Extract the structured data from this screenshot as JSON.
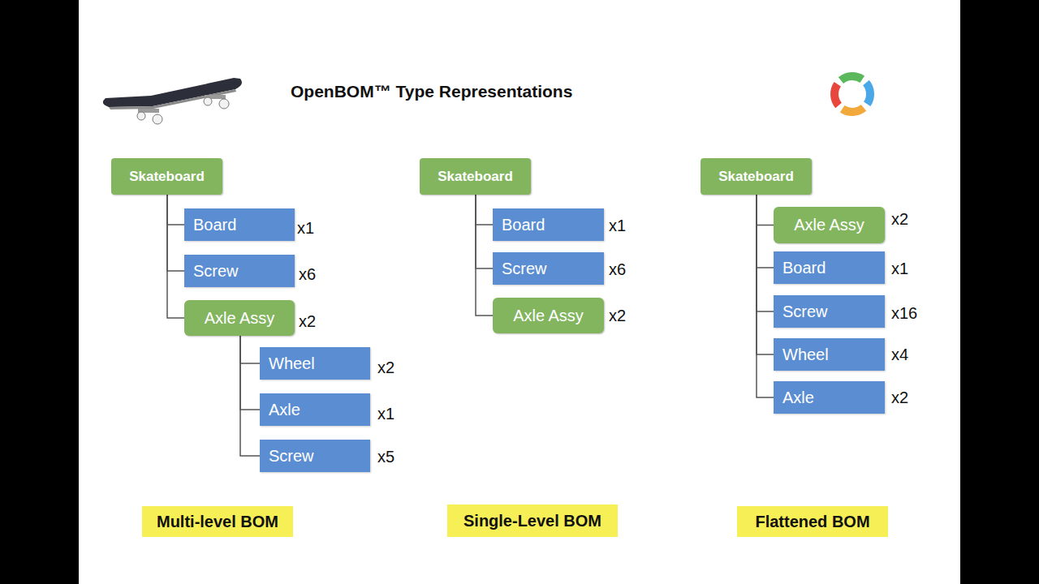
{
  "diagram": {
    "title": "OpenBOM™ Type Representations",
    "nodes": [
      {
        "text": [
          "Skateboard"
        ]
      },
      {
        "text": [
          "Board"
        ]
      },
      {
        "text": [
          "Screw"
        ]
      },
      {
        "text": [
          "Axle Assy"
        ]
      },
      {
        "text": [
          "Wheel"
        ]
      },
      {
        "text": [
          "Axle"
        ]
      },
      {
        "text": [
          "Screw"
        ]
      },
      {
        "text": [
          "Skateboard"
        ]
      },
      {
        "text": [
          "Board"
        ]
      },
      {
        "text": [
          "Screw"
        ]
      },
      {
        "text": [
          "Axle Assy"
        ]
      },
      {
        "text": [
          "Skateboard"
        ]
      },
      {
        "text": [
          "Axle Assy"
        ]
      },
      {
        "text": [
          "Board"
        ]
      },
      {
        "text": [
          "Screw"
        ]
      },
      {
        "text": [
          "Wheel"
        ]
      },
      {
        "text": [
          "Axle"
        ]
      },
      {
        "text": [
          "Multi-level BOM"
        ]
      },
      {
        "text": [
          "Single-Level BOM"
        ]
      },
      {
        "text": [
          "Flattened BOM"
        ]
      }
    ],
    "edges": [
      {
        "from": 0,
        "to": 1,
        "arrow": "none"
      },
      {
        "from": 0,
        "to": 2,
        "arrow": "none"
      },
      {
        "from": 0,
        "to": 3,
        "arrow": "none"
      },
      {
        "from": 3,
        "to": 4,
        "arrow": "none"
      },
      {
        "from": 3,
        "to": 5,
        "arrow": "none"
      },
      {
        "from": 3,
        "to": 6,
        "arrow": "none"
      },
      {
        "from": 7,
        "to": 8,
        "arrow": "none"
      },
      {
        "from": 7,
        "to": 9,
        "arrow": "none"
      },
      {
        "from": 7,
        "to": 10,
        "arrow": "none"
      },
      {
        "from": 11,
        "to": 12,
        "arrow": "none"
      },
      {
        "from": 11,
        "to": 13,
        "arrow": "none"
      },
      {
        "from": 11,
        "to": 14,
        "arrow": "none"
      },
      {
        "from": 11,
        "to": 15,
        "arrow": "none"
      },
      {
        "from": 11,
        "to": 16,
        "arrow": "none"
      }
    ],
    "labels": [
      "x1",
      "x6",
      "x2",
      "x2",
      "x1",
      "x5",
      "x1",
      "x6",
      "x2",
      "x2",
      "x1",
      "x16",
      "x4",
      "x2"
    ]
  }
}
